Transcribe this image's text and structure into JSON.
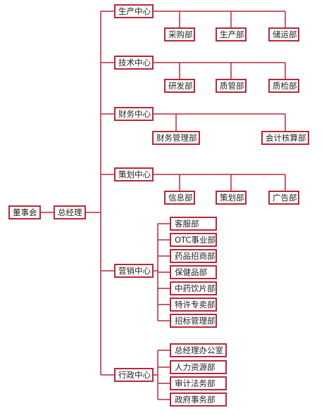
{
  "colors": {
    "line": "#b5283a",
    "box_border": "#b5283a",
    "text": "#222222",
    "background": "#ffffff"
  },
  "board": "董事会",
  "gm": "总经理",
  "centers": [
    {
      "name": "生产中心",
      "departments": [
        "采购部",
        "生产部",
        "储运部"
      ]
    },
    {
      "name": "技术中心",
      "departments": [
        "研发部",
        "质管部",
        "质检部"
      ]
    },
    {
      "name": "财务中心",
      "departments": [
        "财务管理部",
        "会计核算部"
      ]
    },
    {
      "name": "策划中心",
      "departments": [
        "信息部",
        "策划部",
        "广告部"
      ]
    },
    {
      "name": "营销中心",
      "departments": [
        "客服部",
        "OTC事业部",
        "药品招商部",
        "保健品部",
        "中药饮片部",
        "特许专卖部",
        "招标管理部"
      ]
    },
    {
      "name": "行政中心",
      "departments": [
        "总经理办公室",
        "人力资源部",
        "审计法务部",
        "政府事务部"
      ]
    }
  ]
}
